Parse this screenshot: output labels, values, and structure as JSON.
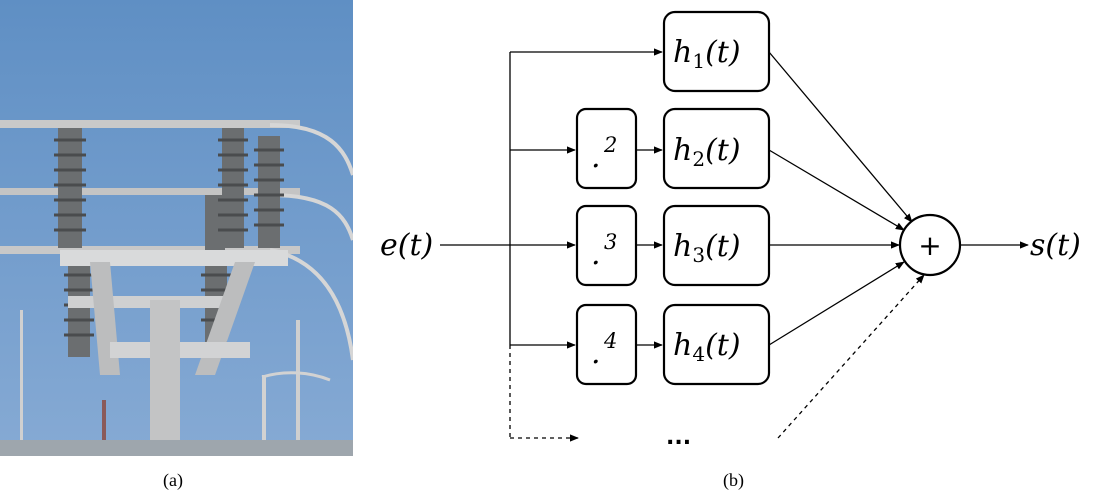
{
  "panel_a": {
    "caption": "(a)"
  },
  "panel_b": {
    "caption": "(b)",
    "input_label": "e(t)",
    "output_label": "s(t)",
    "sum_symbol": "+",
    "ellipsis": "...",
    "power_blocks": [
      {
        "base": ".",
        "exp": "2"
      },
      {
        "base": ".",
        "exp": "3"
      },
      {
        "base": ".",
        "exp": "4"
      }
    ],
    "filter_blocks": [
      {
        "base": "h",
        "sub": "1",
        "arg": "(t)"
      },
      {
        "base": "h",
        "sub": "2",
        "arg": "(t)"
      },
      {
        "base": "h",
        "sub": "3",
        "arg": "(t)"
      },
      {
        "base": "h",
        "sub": "4",
        "arg": "(t)"
      }
    ]
  }
}
